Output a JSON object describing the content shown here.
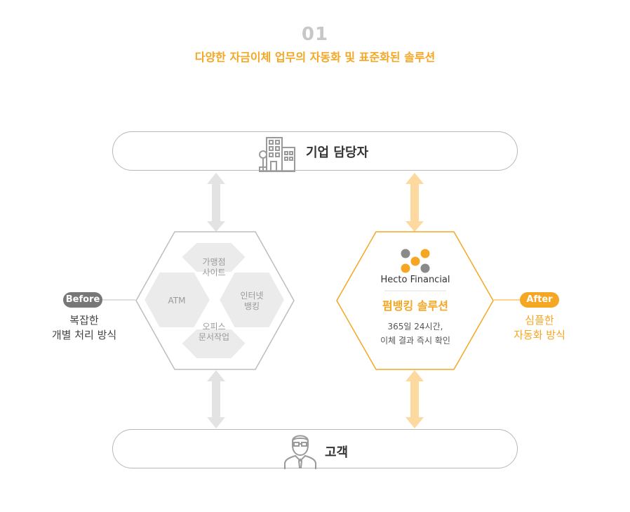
{
  "header": {
    "step_number": "01",
    "subtitle": "다양한 자금이체 업무의 자동화 및 표준화된 솔루션"
  },
  "top_bar": {
    "label": "기업 담당자",
    "icon": "building-icon"
  },
  "bottom_bar": {
    "label": "고객",
    "icon": "businessman-icon"
  },
  "before": {
    "badge": "Before",
    "line1": "복잡한",
    "line2": "개별 처리 방식",
    "hexes": {
      "top_line1": "가맹점",
      "top_line2": "사이트",
      "left": "ATM",
      "right_line1": "인터넷",
      "right_line2": "뱅킹",
      "bottom_line1": "오피스",
      "bottom_line2": "문서작업"
    }
  },
  "after": {
    "badge": "After",
    "line1": "심플한",
    "line2": "자동화 방식",
    "brand": "Hecto Financial",
    "title": "펌뱅킹 솔루션",
    "desc_line1": "365일 24시간,",
    "desc_line2": "이체 결과 즉시 확인"
  },
  "colors": {
    "accent": "#f5a623",
    "gray_text": "#9a9a9a",
    "arrow_gray": "#e3e3e3",
    "arrow_orange": "#fdd9a0"
  }
}
